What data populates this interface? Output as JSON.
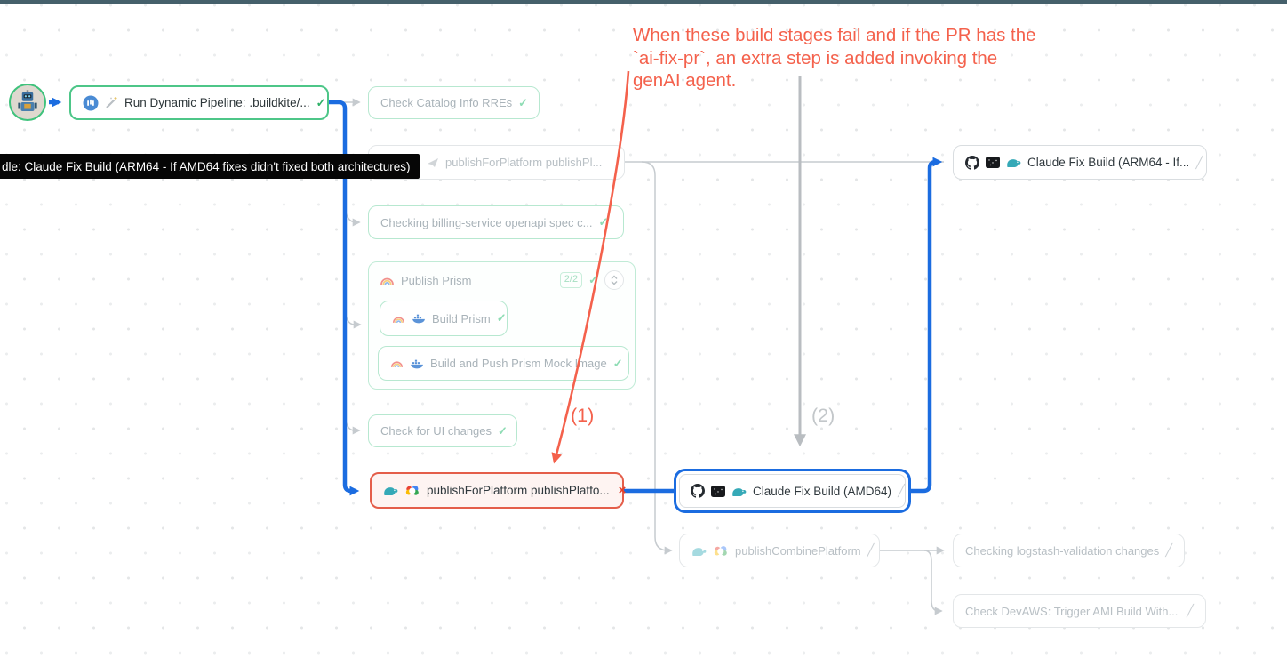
{
  "colors": {
    "accent_blue": "#1b6ce0",
    "success_green": "#2eb167",
    "success_border_light": "#b7e8d0",
    "fail_red": "#e45e4a",
    "annotation_red": "#f4614c",
    "pending_border": "#e3e6e8",
    "tooltip_bg": "#060606",
    "topbar": "#45606b"
  },
  "annotation": {
    "line1": "When these build stages fail and if the PR has the",
    "line2": "`ai-fix-pr`, an extra step is added invoking the",
    "line3": "genAI agent.",
    "marker1": "(1)",
    "marker2": "(2)"
  },
  "tooltip": {
    "text": "dle: Claude Fix Build (ARM64 - If AMD64 fixes didn't fixed both architectures)"
  },
  "glyphs": {
    "check": "✓",
    "fail": "×",
    "pencil": "╱"
  },
  "nodes": {
    "run_dynamic": {
      "label": "Run Dynamic Pipeline: .buildkite/..."
    },
    "check_catalog": {
      "label": "Check Catalog Info RREs"
    },
    "publish_platform_pending": {
      "label": "publishForPlatform publishPl..."
    },
    "checking_billing": {
      "label": "Checking billing-service openapi spec c..."
    },
    "prism_group": {
      "label": "Publish Prism",
      "badge": "2/2"
    },
    "build_prism": {
      "label": "Build Prism"
    },
    "build_push_prism": {
      "label": "Build and Push Prism Mock Image"
    },
    "check_ui": {
      "label": "Check for UI changes"
    },
    "publish_platform_failed": {
      "label": "publishForPlatform publishPlatfo..."
    },
    "claude_amd64": {
      "label": "Claude Fix Build (AMD64)"
    },
    "claude_arm64": {
      "label": "Claude Fix Build (ARM64 - If..."
    },
    "publish_combine": {
      "label": "publishCombinePlatform"
    },
    "checking_logstash": {
      "label": "Checking logstash-validation changes"
    },
    "check_devaws": {
      "label": "Check DevAWS: Trigger AMI Build With..."
    }
  },
  "icons": {
    "avatar": "robot-avatar",
    "pipeline_badge": "blue-circle-logo",
    "wand": "magic-wand",
    "elephant": "teal-elephant-logo",
    "aws": "aws-logo",
    "launch": "paper-plane",
    "rainbow": "rainbow",
    "docker": "docker-whale",
    "github": "github-octocat",
    "terminal": "black-terminal",
    "gcloud": "google-cloud",
    "collapse": "expand-collapse-chevrons"
  }
}
